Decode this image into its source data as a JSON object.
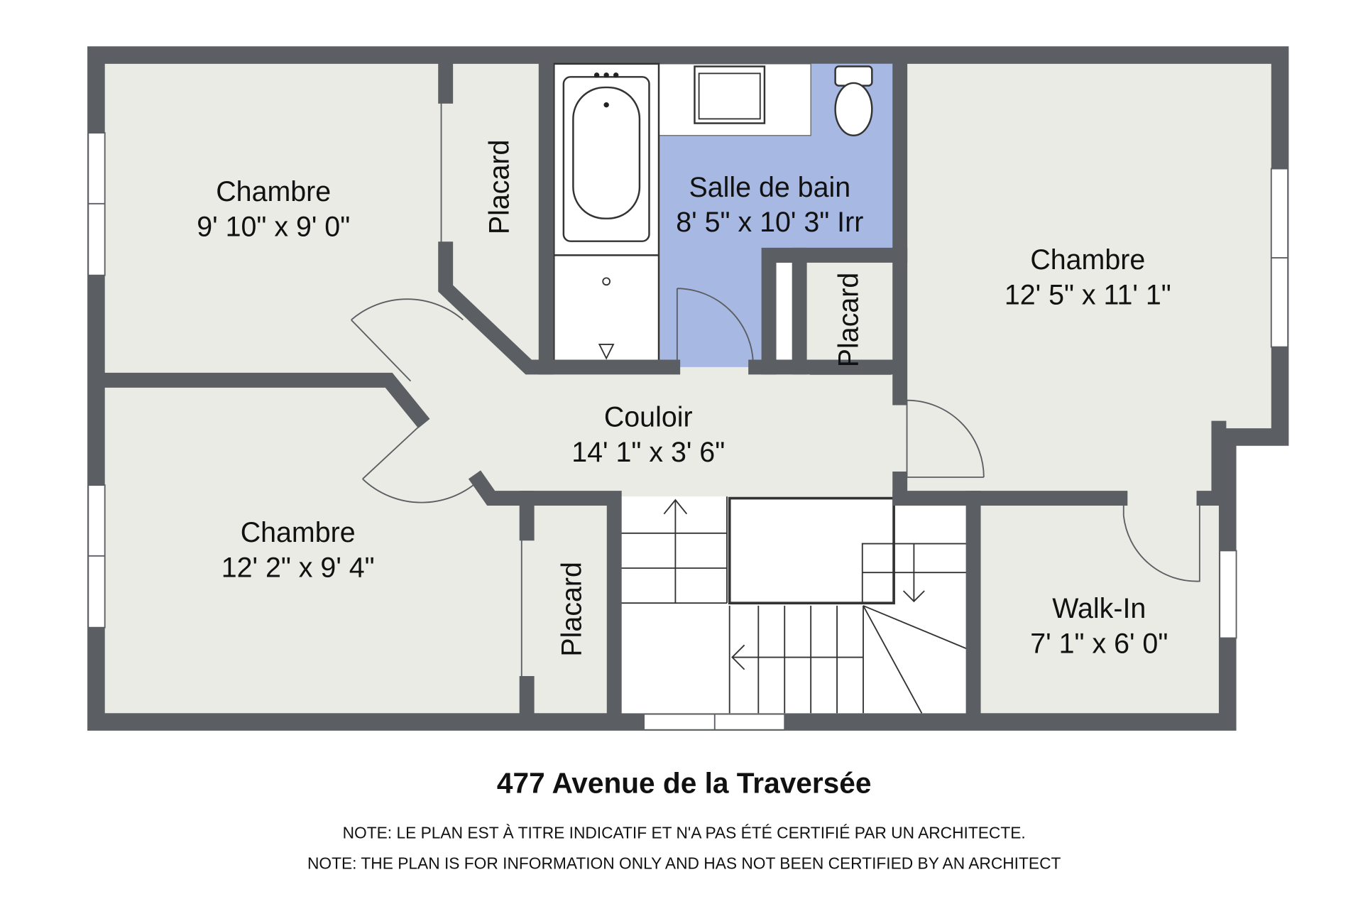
{
  "rooms": [
    {
      "name": "Chambre",
      "size": "9' 10\" x 9' 0\""
    },
    {
      "name": "Chambre",
      "size": "12' 2\" x 9' 4\""
    },
    {
      "name": "Salle de bain",
      "size": "8' 5\" x 10' 3\" Irr"
    },
    {
      "name": "Chambre",
      "size": "12' 5\" x 11' 1\""
    },
    {
      "name": "Couloir",
      "size": "14' 1\" x 3' 6\""
    },
    {
      "name": "Walk-In",
      "size": "7' 1\" x 6' 0\""
    }
  ],
  "closets": [
    "Placard",
    "Placard",
    "Placard"
  ],
  "address": "477 Avenue de la Traversée",
  "notes": [
    "NOTE: LE PLAN EST À TITRE INDICATIF ET N'A PAS ÉTÉ CERTIFIÉ PAR UN ARCHITECTE.",
    "NOTE: THE PLAN IS FOR INFORMATION ONLY AND HAS  NOT BEEN CERTIFIED BY AN ARCHITECT"
  ],
  "colors": {
    "wall": "#5b5e62",
    "floor": "#eaebe4",
    "bathroom": "#a7b8e2"
  }
}
